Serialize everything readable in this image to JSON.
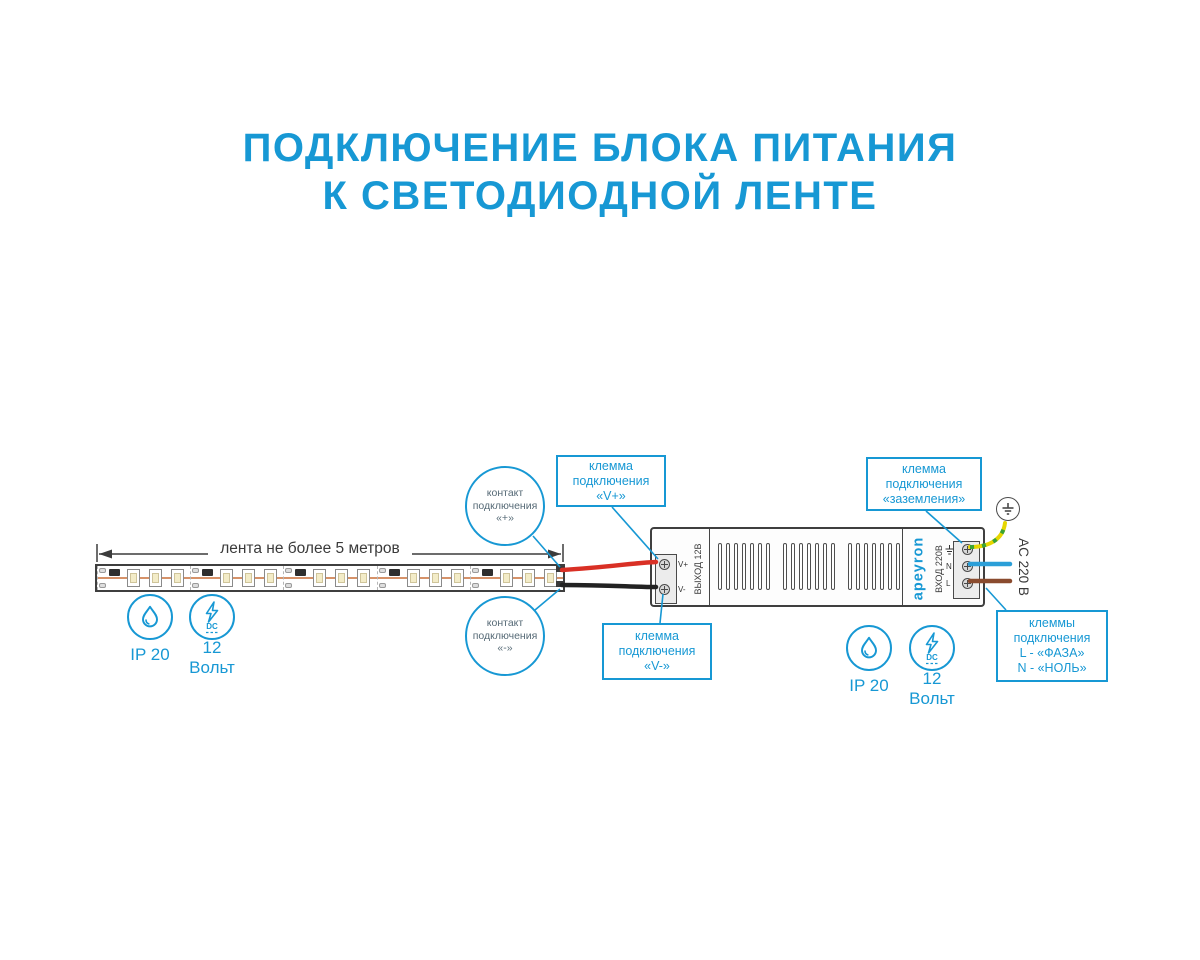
{
  "title": {
    "line1": "ПОДКЛЮЧЕНИЕ БЛОКА ПИТАНИЯ",
    "line2": "К СВЕТОДИОДНОЙ ЛЕНТЕ"
  },
  "colors": {
    "accent": "#1798d4",
    "wire_red": "#d93025",
    "wire_black": "#222222",
    "wire_ground_yellow": "#e6d600",
    "wire_ground_green": "#3aa335",
    "wire_blue": "#2b9fd8",
    "wire_brown": "#8a4b2e"
  },
  "strip": {
    "label": "лента не более 5 метров",
    "segments": 5,
    "leds_per_segment": 3
  },
  "callouts": {
    "contact_plus": {
      "line1": "контакт",
      "line2": "подключения",
      "line3": "«+»"
    },
    "contact_minus": {
      "line1": "контакт",
      "line2": "подключения",
      "line3": "«-»"
    },
    "terminal_vplus": {
      "line1": "клемма",
      "line2": "подключения",
      "line3": "«V+»"
    },
    "terminal_vminus": {
      "line1": "клемма",
      "line2": "подключения",
      "line3": "«V-»"
    },
    "terminal_ground": {
      "line1": "клемма",
      "line2": "подключения",
      "line3": "«заземления»"
    },
    "terminal_line_neutral": {
      "line1": "клеммы",
      "line2": "подключения",
      "line3": "L - «ФАЗА»",
      "line4": "N - «НОЛЬ»"
    }
  },
  "psu": {
    "output_label": "ВЫХОД 12В",
    "brand": "apeyron",
    "input_label": "ВХОД 220В",
    "terminal_vplus": "V+",
    "terminal_vminus": "V-",
    "terminal_n": "N",
    "terminal_l": "L",
    "ac_label": "AC 220 В"
  },
  "badges": {
    "ip": "IP 20",
    "dc": "DC",
    "voltage_value": "12",
    "voltage_unit": "Вольт"
  }
}
